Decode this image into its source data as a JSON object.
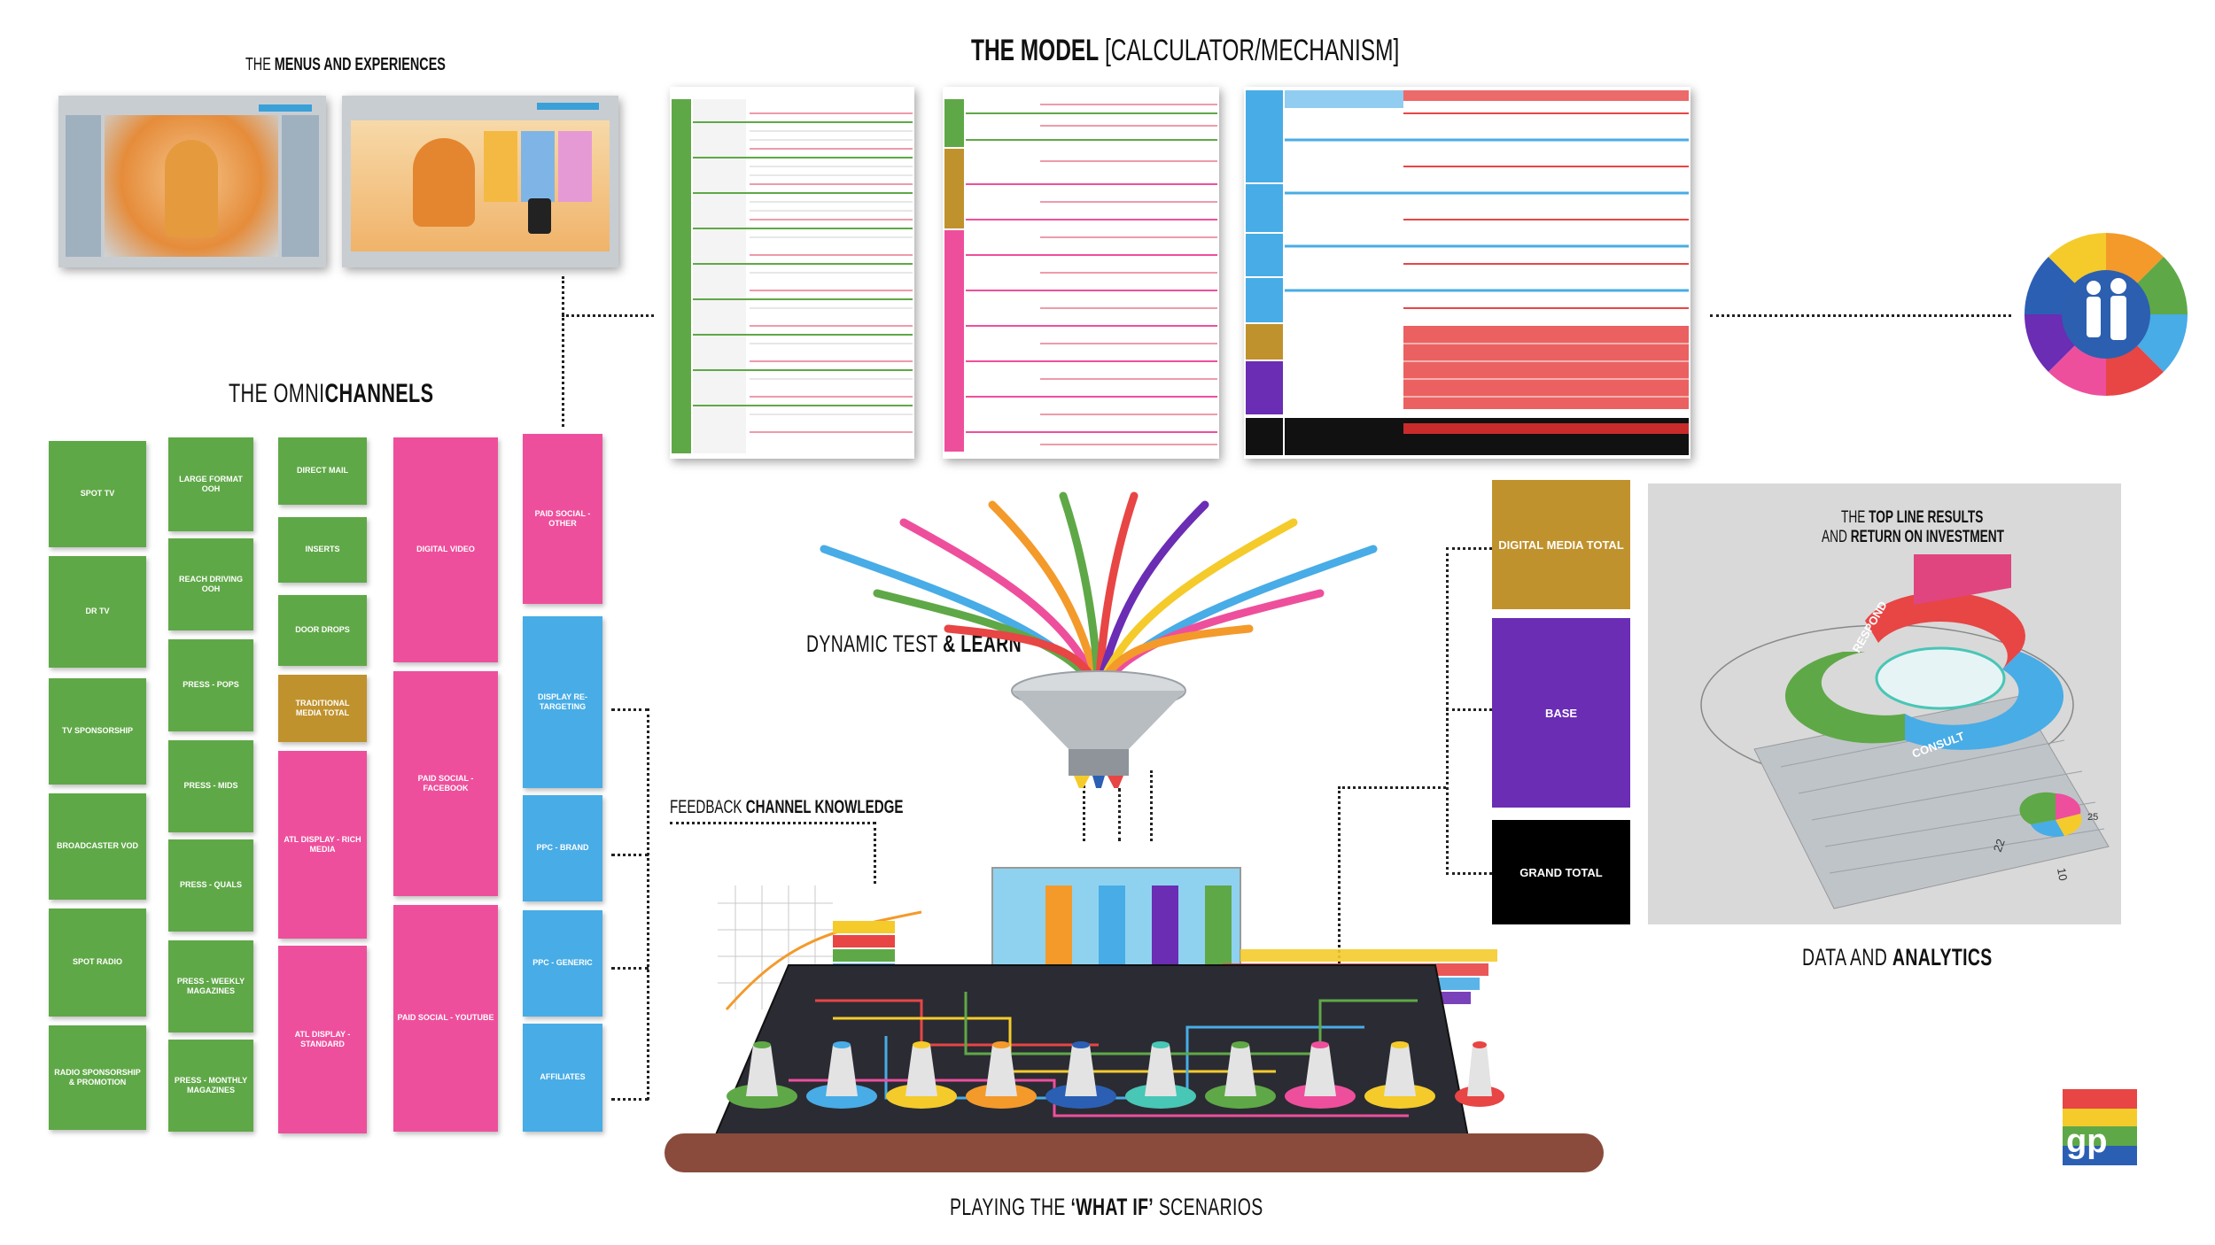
{
  "headings": {
    "menus_prefix": "THE",
    "menus_bold": "MENUS AND EXPERIENCES",
    "model_bold": "THE MODEL",
    "model_rest": "[CALCULATOR/MECHANISM]",
    "omni_prefix": "THE OMNI",
    "omni_bold": "CHANNELS",
    "dynamic_prefix": "DYNAMIC TEST",
    "dynamic_bold": "& LEARN",
    "feedback_prefix": "FEEDBACK",
    "feedback_bold": "CHANNEL KNOWLEDGE",
    "whatif_prefix": "PLAYING THE",
    "whatif_bold": "‘WHAT IF’",
    "whatif_suffix": "SCENARIOS",
    "data_prefix": "DATA AND",
    "data_bold": "ANALYTICS",
    "results_l1_prefix": "THE",
    "results_l1_bold": "TOP LINE RESULTS",
    "results_l2_prefix": "AND",
    "results_l2_bold": "RETURN ON INVESTMENT"
  },
  "channels": {
    "col1": [
      "SPOT TV",
      "DR TV",
      "TV SPONSORSHIP",
      "BROADCASTER VOD",
      "SPOT RADIO",
      "RADIO SPONSORSHIP & PROMOTION"
    ],
    "col2": [
      "LARGE FORMAT OOH",
      "REACH DRIVING OOH",
      "PRESS - POPS",
      "PRESS - MIDS",
      "PRESS - QUALS",
      "PRESS - WEEKLY MAGAZINES",
      "PRESS - MONTHLY MAGAZINES"
    ],
    "col3": [
      "DIRECT MAIL",
      "INSERTS",
      "DOOR DROPS",
      "TRADITIONAL MEDIA TOTAL",
      "ATL DISPLAY - RICH MEDIA",
      "ATL DISPLAY - STANDARD"
    ],
    "col4": [
      "DIGITAL VIDEO",
      "PAID SOCIAL - FACEBOOK",
      "PAID SOCIAL - YOUTUBE"
    ],
    "col5": [
      "PAID SOCIAL - OTHER",
      "DISPLAY RE-TARGETING",
      "PPC - BRAND",
      "PPC - GENERIC",
      "AFFILIATES"
    ]
  },
  "results": {
    "digital": "DIGITAL MEDIA TOTAL",
    "base": "BASE",
    "grand": "GRAND TOTAL"
  },
  "analytics_labels": {
    "respond": "RESPOND",
    "consult": "CONSULT",
    "n1": "22",
    "n2": "10",
    "n3": "25"
  },
  "colors": {
    "green": "#5fa847",
    "pink": "#ee4f9c",
    "blue": "#48ace6",
    "ochre": "#c0922d",
    "purple": "#6a2db4",
    "black": "#000000"
  },
  "logo": {
    "text": "gp"
  },
  "icons": [
    "people-icon",
    "funnel-icon",
    "mixing-desk-icon",
    "knob-icon"
  ]
}
